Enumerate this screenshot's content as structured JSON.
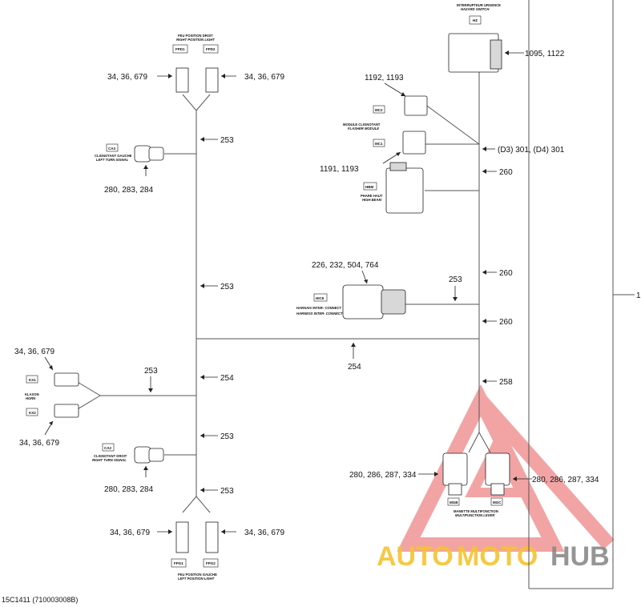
{
  "figure_id": "15C1411 (710003008B)",
  "callout_1": "1",
  "hazard": {
    "title_fr": "INTERRUPTEUR URGENCE",
    "title_en": "HAZARD SWITCH",
    "tag": "HZ",
    "refs": "1095, 1122"
  },
  "flasher": {
    "title_fr": "MODULE CLIGNOTANT",
    "title_en": "FLASHER MODULE",
    "tag_top": "MC2",
    "tag_bottom": "MC1",
    "refs_top": "1192, 1193",
    "refs_bottom": "1191, 1193"
  },
  "high_beam": {
    "title_fr": "PHARE HAUT",
    "title_en": "HIGH BEAM",
    "tag": "HBM"
  },
  "harness": {
    "title_fr": "HARNAIS INTER- CONNECT",
    "title_en": "HARNESS INTER- CONNECT",
    "tag": "HIC6",
    "refs": "226, 232, 504, 764"
  },
  "right_pos": {
    "title_fr": "FEU POSITION DROIT",
    "title_en": "RIGHT POSITION LIGHT",
    "tag_left": "FPD1",
    "tag_right": "FPD2",
    "refs_left": "34, 36, 679",
    "refs_right": "34, 36, 679"
  },
  "left_turn": {
    "title_fr": "CLIGNOTANT GAUCHE",
    "title_en": "LEFT TURN SIGNAL",
    "tag": "CA3",
    "refs": "280, 283, 284"
  },
  "horn": {
    "title_fr": "KLAXON",
    "title_en": "HORN",
    "tag_top": "KX1",
    "tag_bottom": "KX2",
    "refs_top": "34, 36, 679",
    "refs_bottom": "34, 36, 679"
  },
  "right_turn": {
    "title_fr": "CLIGNOTANT DROIT",
    "title_en": "RIGHT TURN SIGNAL",
    "tag": "CA2",
    "refs": "280, 283, 284"
  },
  "left_pos": {
    "title_fr": "FEU POSITION GAUCHE",
    "title_en": "LEFT POSITION LIGHT",
    "tag_left": "FPG1",
    "tag_right": "FPG2",
    "refs_left": "34, 36, 679",
    "refs_right": "34, 36, 679"
  },
  "multi_lever": {
    "title_fr": "MANETTE MULTIFONCTION",
    "title_en": "MULTIFUNCTION LEVER",
    "tag_left": "MGB",
    "tag_right": "MGC",
    "refs_left": "280, 286, 287, 334",
    "refs_right": "280, 286, 287, 334"
  },
  "wire_labels": {
    "w253_a": "253",
    "w253_b": "253",
    "w253_c": "253",
    "w253_d": "253",
    "w253_e": "253",
    "w253_f": "253",
    "w254_a": "254",
    "w254_b": "254",
    "w260_a": "260",
    "w260_b": "260",
    "w260_c": "260",
    "w258": "258",
    "w301": "(D3) 301, (D4) 301"
  },
  "watermark": {
    "auto": "AUTO",
    "moto": "MOTO",
    "hub": "HUB",
    "colors": {
      "triangle": "#e85a5a",
      "auto": "#f5c431",
      "moto": "#f5c431",
      "hub": "#8a8a8a"
    }
  }
}
